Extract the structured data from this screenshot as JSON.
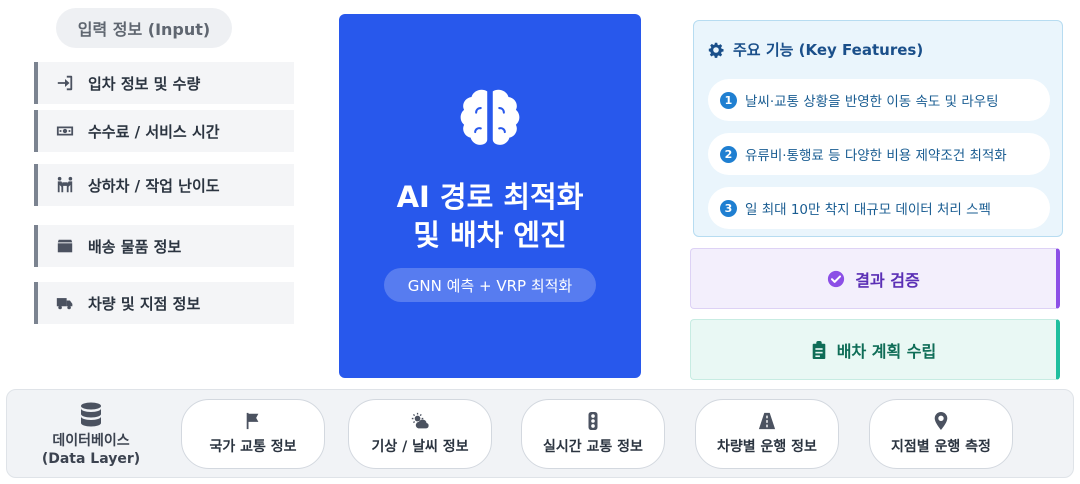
{
  "input": {
    "title": "입력 정보 (Input)",
    "items": [
      {
        "label": "입차 정보 및 수량",
        "icon": "sign-in-icon"
      },
      {
        "label": "수수료 / 서비스 시간",
        "icon": "money-icon"
      },
      {
        "label": "상하차 / 작업 난이도",
        "icon": "people-carry-icon"
      },
      {
        "label": "배송 물품 정보",
        "icon": "box-icon"
      },
      {
        "label": "차량 및 지점 정보",
        "icon": "truck-icon"
      }
    ]
  },
  "engine": {
    "title_line1": "AI 경로 최적화",
    "title_line2": "및 배차 엔진",
    "subtitle": "GNN 예측 + VRP 최적화",
    "icon": "brain-icon",
    "color": "#2858ec"
  },
  "features": {
    "title": "주요 기능 (Key Features)",
    "icon": "gear-icon",
    "items": [
      {
        "num": "1",
        "label": "날씨·교통 상황을 반영한 이동 속도 및 라우팅"
      },
      {
        "num": "2",
        "label": "유류비·통행료 등 다양한 비용 제약조건 최적화"
      },
      {
        "num": "3",
        "label": "일 최대 10만 착지 대규모 데이터 처리 스펙"
      }
    ]
  },
  "outputs": {
    "verify": {
      "label": "결과 검증",
      "icon": "check-circle-icon",
      "color": "#8c4fe6"
    },
    "plan": {
      "label": "배차 계획 수립",
      "icon": "clipboard-icon",
      "color": "#1fbf9e"
    }
  },
  "data_layer": {
    "label_line1": "데이터베이스",
    "label_line2": "(Data Layer)",
    "icon": "database-icon",
    "sources": [
      {
        "label": "국가 교통 정보",
        "icon": "flag-icon"
      },
      {
        "label": "기상 / 날씨 정보",
        "icon": "cloud-sun-icon"
      },
      {
        "label": "실시간 교통 정보",
        "icon": "traffic-light-icon"
      },
      {
        "label": "차량별 운행 정보",
        "icon": "road-icon"
      },
      {
        "label": "지점별 운행 측정",
        "icon": "map-pin-icon"
      }
    ]
  }
}
